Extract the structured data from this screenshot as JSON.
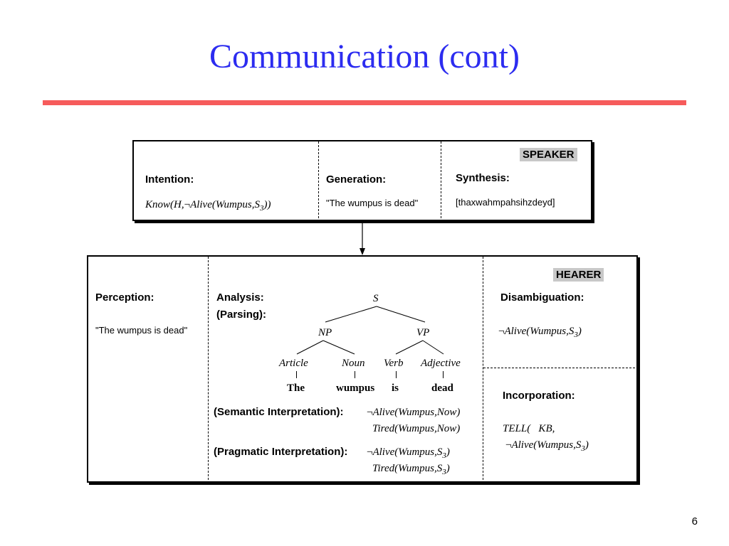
{
  "title": "Communication (cont)",
  "page_number": "6",
  "speaker": {
    "badge": "SPEAKER",
    "intention": {
      "label": "Intention:",
      "prefix": "Know(H,",
      "neg": "¬",
      "term": "Alive(Wumpus,S",
      "sub": "3",
      "suffix": "))"
    },
    "generation": {
      "label": "Generation:",
      "text": "\"The wumpus is dead\""
    },
    "synthesis": {
      "label": "Synthesis:",
      "text": "[thaxwahmpahsihzdeyd]"
    }
  },
  "hearer": {
    "badge": "HEARER",
    "perception": {
      "label": "Perception:",
      "text": "\"The wumpus is dead\""
    },
    "analysis": {
      "label1": "Analysis:",
      "label2": "(Parsing):",
      "tree": {
        "s": "S",
        "np": "NP",
        "vp": "VP",
        "article": "Article",
        "noun": "Noun",
        "verb": "Verb",
        "adjective": "Adjective",
        "words": [
          "The",
          "wumpus",
          "is",
          "dead"
        ]
      }
    },
    "semantic": {
      "label": "(Semantic Interpretation):",
      "neg": "¬",
      "line1": "Alive(Wumpus,Now)",
      "line2": "Tired(Wumpus,Now)"
    },
    "pragmatic": {
      "label": "(Pragmatic Interpretation):",
      "neg": "¬",
      "line1": "Alive(Wumpus,S",
      "line1_sub": "3",
      "line1_suffix": ")",
      "line2": "Tired(Wumpus,S",
      "line2_sub": "3",
      "line2_suffix": ")"
    },
    "disambiguation": {
      "label": "Disambiguation:",
      "neg": "¬",
      "term": "Alive(Wumpus,S",
      "sub": "3",
      "suffix": ")"
    },
    "incorporation": {
      "label": "Incorporation:",
      "line1": "TELL(   KB,",
      "neg": "¬",
      "term": "Alive(Wumpus,S",
      "sub": "3",
      "suffix": ")"
    }
  }
}
